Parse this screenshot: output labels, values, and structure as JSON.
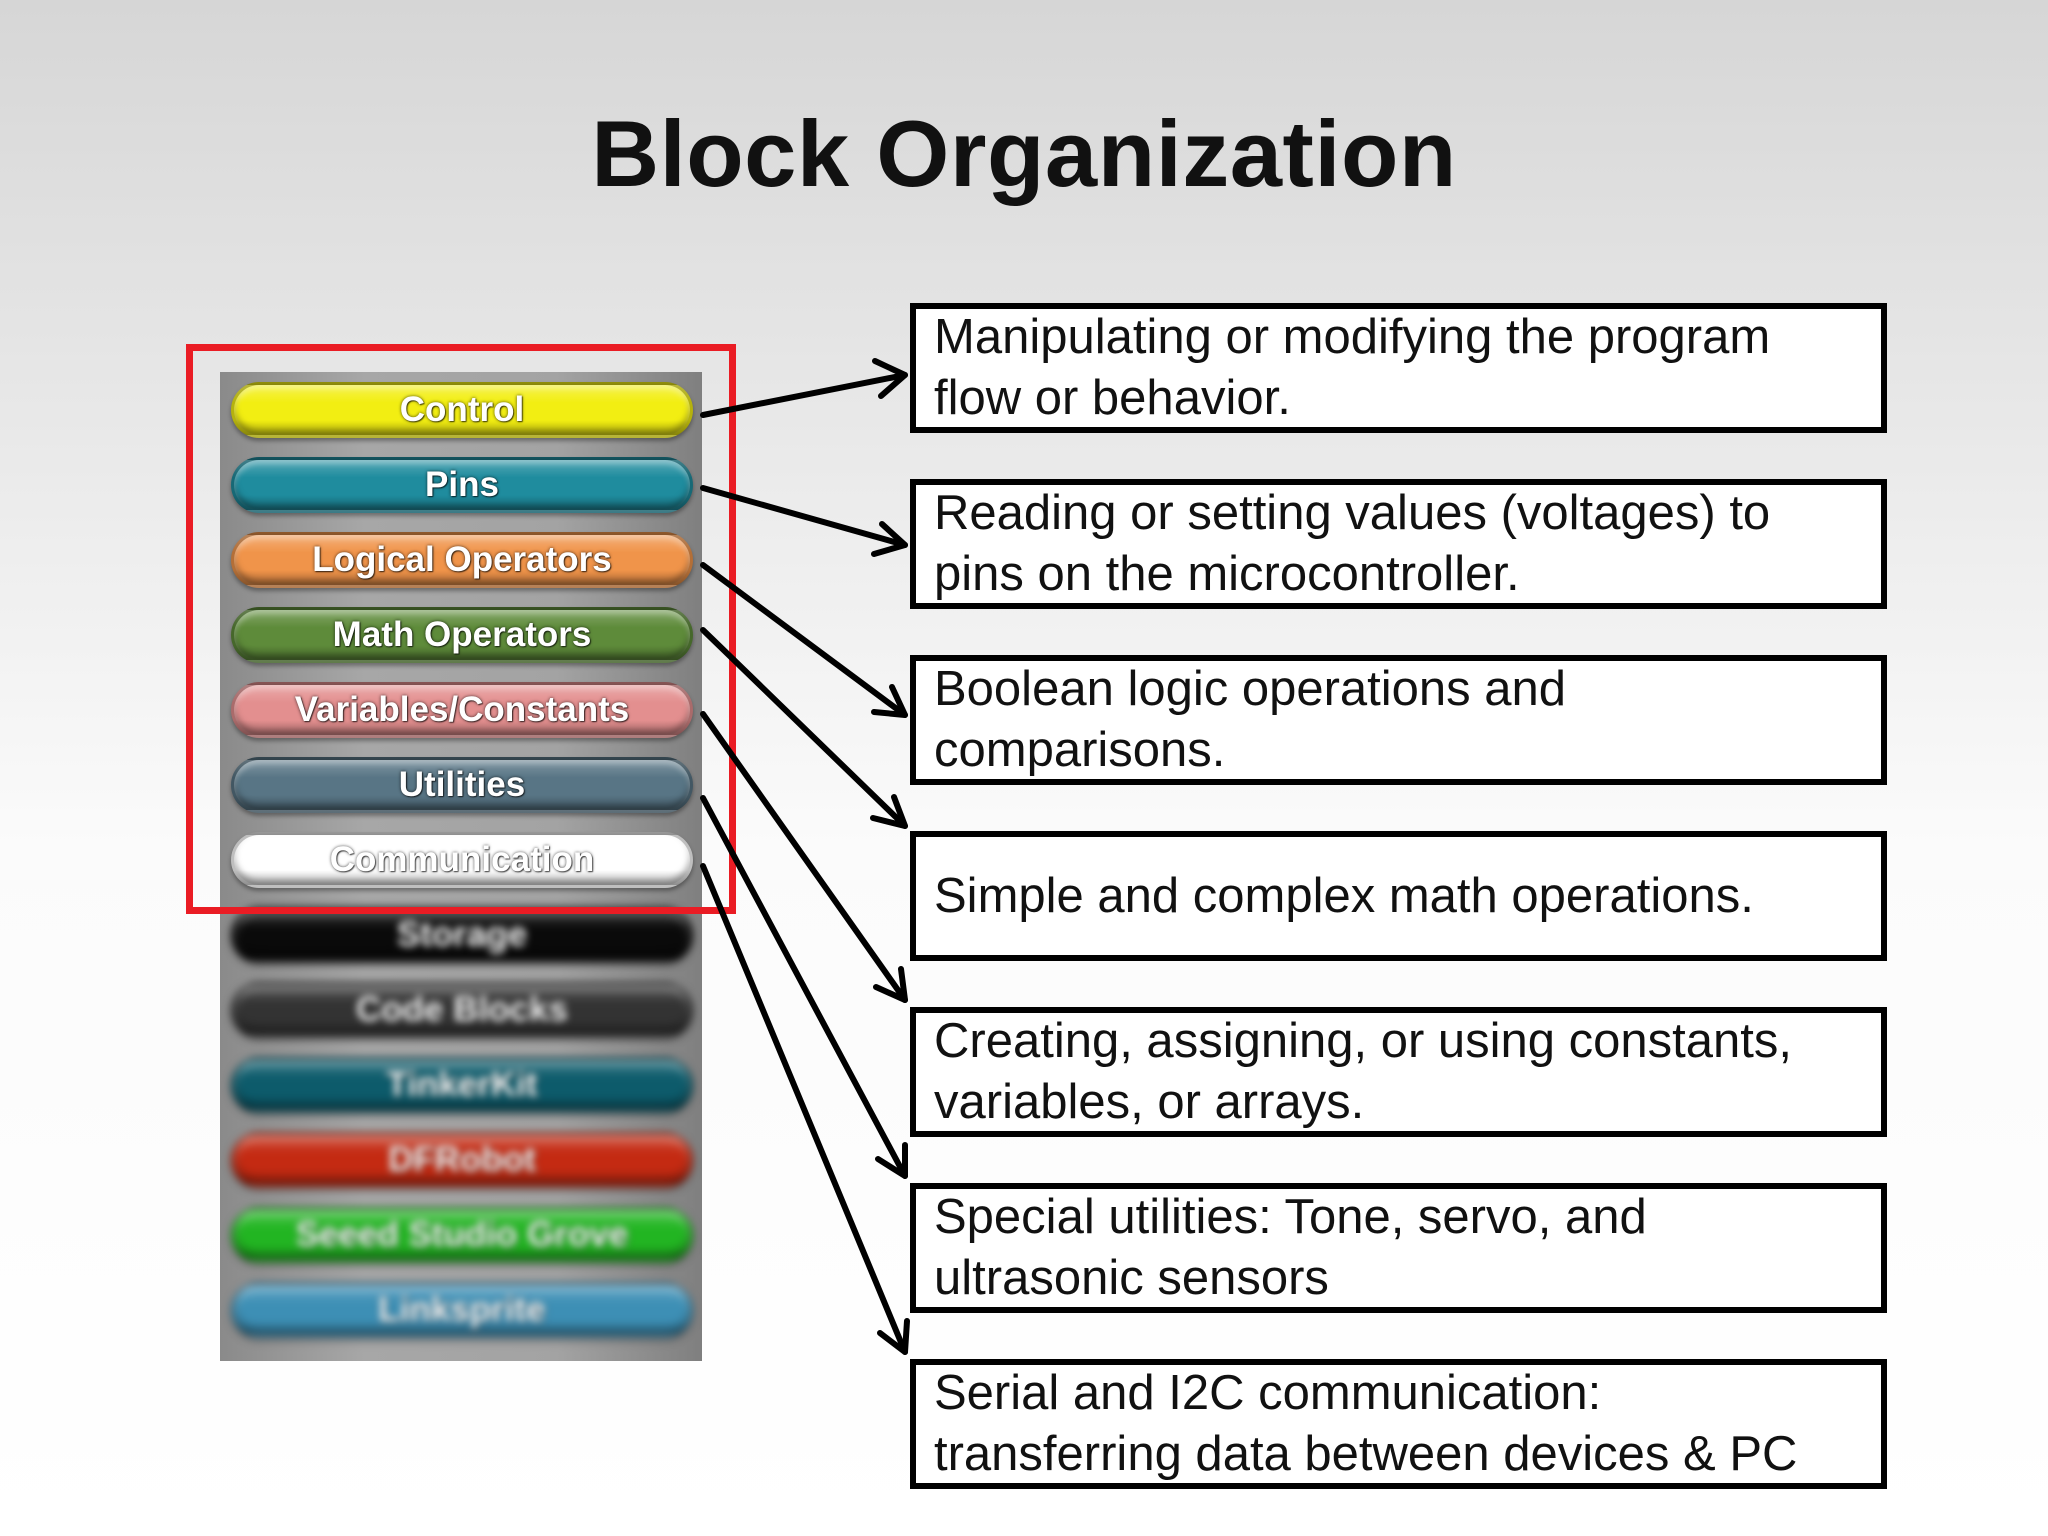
{
  "title": "Block Organization",
  "categories": [
    {
      "label": "Control",
      "color": "#f2ee12",
      "text_color": "#ffffff"
    },
    {
      "label": "Pins",
      "color": "#1f8c9e",
      "text_color": "#ffffff"
    },
    {
      "label": "Logical Operators",
      "color": "#f0944a",
      "text_color": "#ffffff"
    },
    {
      "label": "Math Operators",
      "color": "#5e8b3a",
      "text_color": "#ffffff"
    },
    {
      "label": "Variables/Constants",
      "color": "#e38f8f",
      "text_color": "#ffffff"
    },
    {
      "label": "Utilities",
      "color": "#587585",
      "text_color": "#ffffff"
    },
    {
      "label": "Communication",
      "color": "#ffffff",
      "text_color": "#ffffff"
    }
  ],
  "blurred_categories": [
    {
      "label": "Storage",
      "color": "#0a0a0a"
    },
    {
      "label": "Code Blocks",
      "color": "#333333"
    },
    {
      "label": "TinkerKit",
      "color": "#0d5b6b"
    },
    {
      "label": "DFRobot",
      "color": "#c42a12"
    },
    {
      "label": "Seeed Studio Grove",
      "color": "#22b522"
    },
    {
      "label": "Linksprite",
      "color": "#3d8fb5"
    }
  ],
  "descriptions": [
    "Manipulating or modifying the program\nflow or behavior.",
    "Reading or setting values (voltages) to\npins on the microcontroller.",
    "Boolean logic operations and\ncomparisons.",
    "Simple and complex math operations.",
    "Creating, assigning, or using constants,\nvariables, or arrays.",
    "Special utilities: Tone, servo, and\nultrasonic sensors",
    "Serial and I2C communication:\ntransferring data between devices & PC"
  ],
  "colors": {
    "highlight": "#ea1c24",
    "arrow": "#000000"
  }
}
